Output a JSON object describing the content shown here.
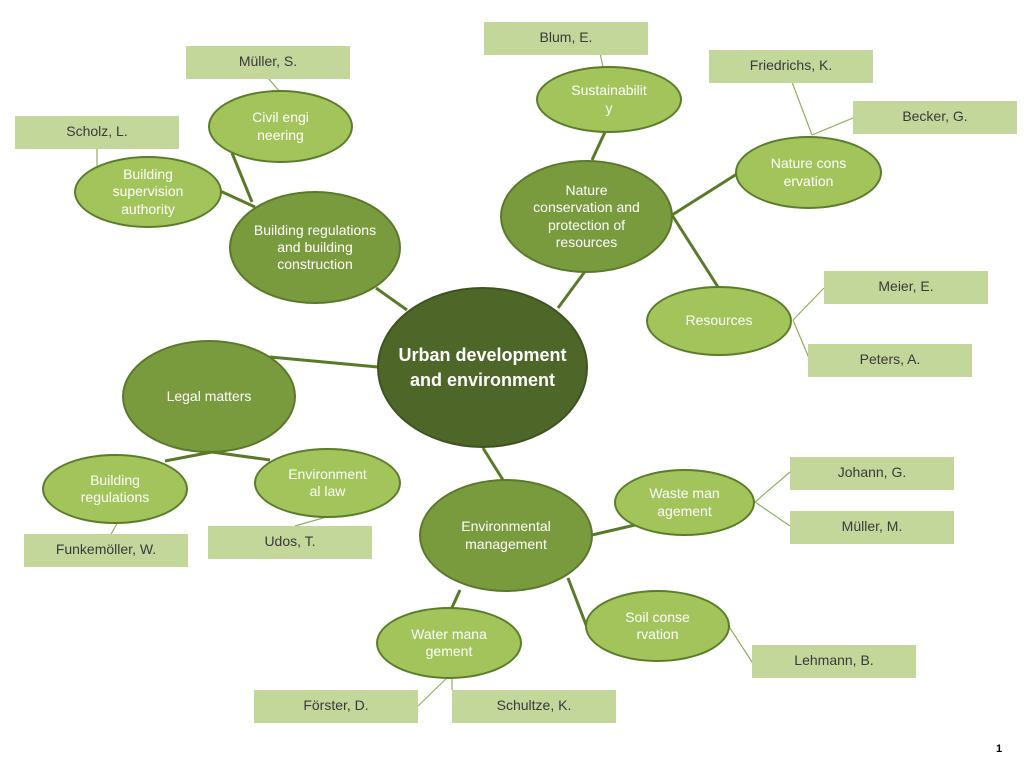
{
  "root": {
    "label": "Urban development and environment"
  },
  "branches": {
    "building": {
      "label": "Building regulations and building construction",
      "children": {
        "civil": {
          "label": "Civil engineering",
          "person": "Müller, S."
        },
        "supervision": {
          "label": "Building supervision authority",
          "person": "Scholz, L."
        }
      }
    },
    "nature": {
      "label": "Nature conservation and protection of resources",
      "children": {
        "sustainability": {
          "label": "Sustainability",
          "person": "Blum, E."
        },
        "conservation": {
          "label": "Nature conservation",
          "persons": [
            "Friedrichs, K.",
            "Becker, G."
          ]
        },
        "resources": {
          "label": "Resources",
          "persons": [
            "Meier, E.",
            "Peters, A."
          ]
        }
      }
    },
    "legal": {
      "label": "Legal matters",
      "children": {
        "regulations": {
          "label": "Building regulations",
          "person": "Funkemöller, W."
        },
        "envlaw": {
          "label": "Environmental law",
          "person": "Udos, T."
        }
      }
    },
    "envmgmt": {
      "label": "Environmental management",
      "children": {
        "waste": {
          "label": "Waste management",
          "persons": [
            "Johann, G.",
            "Müller, M."
          ]
        },
        "soil": {
          "label": "Soil conservation",
          "person": "Lehmann, B."
        },
        "water": {
          "label": "Water management",
          "persons": [
            "Förster, D.",
            "Schultze, K."
          ]
        }
      }
    }
  },
  "page_number": "1",
  "colors": {
    "root_fill": "#4e6628",
    "branch_fill": "#7a9a3e",
    "leaf_fill": "#a2c45a",
    "name_box_fill": "#c3d79b",
    "connector": "#5a7a2a"
  }
}
